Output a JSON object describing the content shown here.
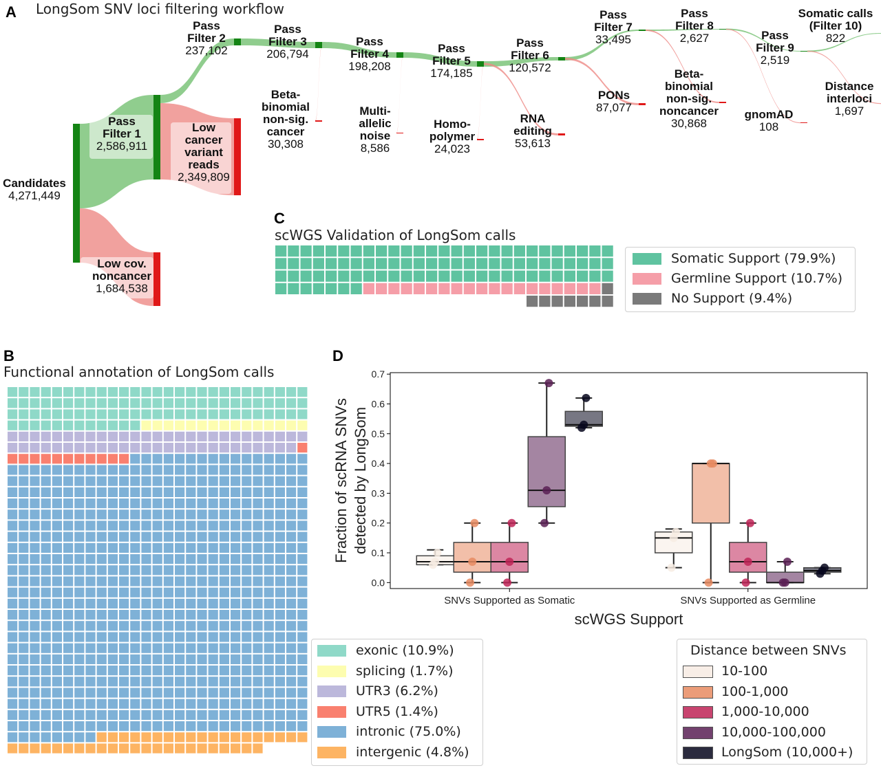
{
  "panelA": {
    "letter": "A",
    "title": "LongSom SNV loci filtering workflow",
    "nodes": [
      {
        "id": "cand",
        "name": "Candidates",
        "value": "4,271,449"
      },
      {
        "id": "pf1",
        "name": "Pass\nFilter 1",
        "value": "2,586,911"
      },
      {
        "id": "lowcov",
        "name": "Low cov.\nnoncancer",
        "value": "1,684,538"
      },
      {
        "id": "pf2",
        "name": "Pass\nFilter 2",
        "value": "237,102"
      },
      {
        "id": "lowcvr",
        "name": "Low\ncancer\nvariant\nreads",
        "value": "2,349,809"
      },
      {
        "id": "pf3",
        "name": "Pass\nFilter 3",
        "value": "206,794"
      },
      {
        "id": "bbc",
        "name": "Beta-\nbinomial\nnon-sig.\ncancer",
        "value": "30,308"
      },
      {
        "id": "pf4",
        "name": "Pass\nFilter 4",
        "value": "198,208"
      },
      {
        "id": "multi",
        "name": "Multi-\nallelic\nnoise",
        "value": "8,586"
      },
      {
        "id": "pf5",
        "name": "Pass\nFilter 5",
        "value": "174,185"
      },
      {
        "id": "homo",
        "name": "Homo-\npolymer",
        "value": "24,023"
      },
      {
        "id": "pf6",
        "name": "Pass\nFilter 6",
        "value": "120,572"
      },
      {
        "id": "rna",
        "name": "RNA\nediting",
        "value": "53,613"
      },
      {
        "id": "pf7",
        "name": "Pass\nFilter 7",
        "value": "33,495"
      },
      {
        "id": "pons",
        "name": "PONs",
        "value": "87,077"
      },
      {
        "id": "pf8",
        "name": "Pass\nFilter 8",
        "value": "2,627"
      },
      {
        "id": "bbn",
        "name": "Beta-\nbinomial\nnon-sig.\nnoncancer",
        "value": "30,868"
      },
      {
        "id": "pf9",
        "name": "Pass\nFilter 9",
        "value": "2,519"
      },
      {
        "id": "gnomad",
        "name": "gnomAD",
        "value": "108"
      },
      {
        "id": "som",
        "name": "Somatic calls\n(Filter 10)",
        "value": "822"
      },
      {
        "id": "dist",
        "name": "Distance\ninterloci",
        "value": "1,697"
      }
    ],
    "links": [
      {
        "from": "cand",
        "to": "pf1",
        "type": "pass"
      },
      {
        "from": "cand",
        "to": "lowcov",
        "type": "fail"
      },
      {
        "from": "pf1",
        "to": "pf2",
        "type": "pass"
      },
      {
        "from": "pf1",
        "to": "lowcvr",
        "type": "fail"
      },
      {
        "from": "pf2",
        "to": "pf3",
        "type": "pass"
      },
      {
        "from": "pf3",
        "to": "pf4",
        "type": "pass"
      },
      {
        "from": "pf3",
        "to": "bbc",
        "type": "fail"
      },
      {
        "from": "pf4",
        "to": "pf5",
        "type": "pass"
      },
      {
        "from": "pf4",
        "to": "multi",
        "type": "fail"
      },
      {
        "from": "pf5",
        "to": "pf6",
        "type": "pass"
      },
      {
        "from": "pf5",
        "to": "homo",
        "type": "fail"
      },
      {
        "from": "pf5",
        "to": "rna",
        "type": "fail"
      },
      {
        "from": "pf6",
        "to": "pf7",
        "type": "pass"
      },
      {
        "from": "pf6",
        "to": "pons",
        "type": "fail"
      },
      {
        "from": "pf7",
        "to": "pf8",
        "type": "pass"
      },
      {
        "from": "pf7",
        "to": "bbn",
        "type": "fail"
      },
      {
        "from": "pf8",
        "to": "pf9",
        "type": "pass"
      },
      {
        "from": "pf8",
        "to": "gnomad",
        "type": "fail"
      },
      {
        "from": "pf9",
        "to": "som",
        "type": "pass"
      },
      {
        "from": "pf9",
        "to": "dist",
        "type": "fail"
      }
    ],
    "colors": {
      "pass": "#7cc47a",
      "pass_bar": "#148414",
      "fail": "#ee8a86",
      "fail_bar": "#e01818",
      "label_bg": "#ffffff"
    }
  },
  "panelC": {
    "letter": "C",
    "title": "scWGS Validation of LongSom calls",
    "chart_data": {
      "type": "waffle",
      "title": "scWGS Validation of LongSom calls",
      "categories": [
        "Somatic Support (79.9%)",
        "Germline Support (10.7%)",
        "No Support (9.4%)"
      ],
      "values": [
        79.9,
        10.7,
        9.4
      ],
      "counts": [
        90,
        17,
        15
      ],
      "colors": [
        "#5fc3a0",
        "#f59ea8",
        "#7a7a7a"
      ]
    }
  },
  "panelB": {
    "letter": "B",
    "title": "Functional annotation of LongSom calls",
    "chart_data": {
      "type": "waffle",
      "title": "Functional annotation of LongSom calls",
      "categories": [
        "exonic (10.9%)",
        "splicing (1.7%)",
        "UTR3 (6.2%)",
        "UTR5 (1.4%)",
        "intronic (75.0%)",
        "intergenic (4.8%)"
      ],
      "values": [
        10.9,
        1.7,
        6.2,
        1.4,
        75.0,
        4.8
      ],
      "counts": [
        89,
        14,
        51,
        11,
        615,
        39
      ],
      "colors": [
        "#8fd9c8",
        "#fdfdb0",
        "#bcb8db",
        "#f9806f",
        "#7eb1d7",
        "#fdb463"
      ]
    }
  },
  "panelD": {
    "letter": "D",
    "chart_data": {
      "type": "box",
      "xlabel": "scWGS Support",
      "ylabel": "Fraction of scRNA SNVs\ndetected by LongSom",
      "categories": [
        "SNVs Supported as Somatic",
        "SNVs Supported as Germline"
      ],
      "yticks": [
        "0.0",
        "0.1",
        "0.2",
        "0.3",
        "0.4",
        "0.5",
        "0.6",
        "0.7"
      ],
      "ylim": [
        -0.02,
        0.705
      ],
      "legend_title": "Distance between SNVs",
      "legend_position": "lower-right",
      "series": [
        {
          "name": "10-100",
          "color": "#f7ece3",
          "box": [
            [
              0.06,
              0.07,
              0.09,
              0.06,
              0.11
            ],
            [
              0.1,
              0.15,
              0.17,
              0.05,
              0.18
            ]
          ],
          "points": [
            [
              0.06,
              0.07,
              0.1
            ],
            [
              0.05,
              0.15,
              0.17
            ]
          ]
        },
        {
          "name": "100-1,000",
          "color": "#e88b62",
          "box": [
            [
              0.035,
              0.07,
              0.135,
              0.0,
              0.2
            ],
            [
              0.2,
              0.4,
              0.4,
              0.0,
              0.4
            ]
          ],
          "points": [
            [
              0.0,
              0.07,
              0.2
            ],
            [
              0.0,
              0.4,
              0.4
            ]
          ]
        },
        {
          "name": "1,000-10,000",
          "color": "#bf2457",
          "box": [
            [
              0.035,
              0.07,
              0.135,
              0.0,
              0.2
            ],
            [
              0.035,
              0.07,
              0.135,
              0.0,
              0.2
            ]
          ],
          "points": [
            [
              0.0,
              0.07,
              0.2
            ],
            [
              0.0,
              0.07,
              0.2
            ]
          ]
        },
        {
          "name": "10,000-100,000",
          "color": "#5a2055",
          "box": [
            [
              0.255,
              0.31,
              0.49,
              0.2,
              0.67
            ],
            [
              0.0,
              0.0,
              0.035,
              0.0,
              0.07
            ]
          ],
          "points": [
            [
              0.2,
              0.31,
              0.67
            ],
            [
              0.0,
              0.0,
              0.07
            ]
          ]
        },
        {
          "name": "LongSom (10,000+)",
          "color": "#07071d",
          "box": [
            [
              0.525,
              0.53,
              0.575,
              0.52,
              0.62
            ],
            [
              0.035,
              0.04,
              0.05,
              0.03,
              0.05
            ]
          ],
          "points": [
            [
              0.52,
              0.53,
              0.62
            ],
            [
              0.03,
              0.04,
              0.05
            ]
          ]
        }
      ]
    }
  }
}
